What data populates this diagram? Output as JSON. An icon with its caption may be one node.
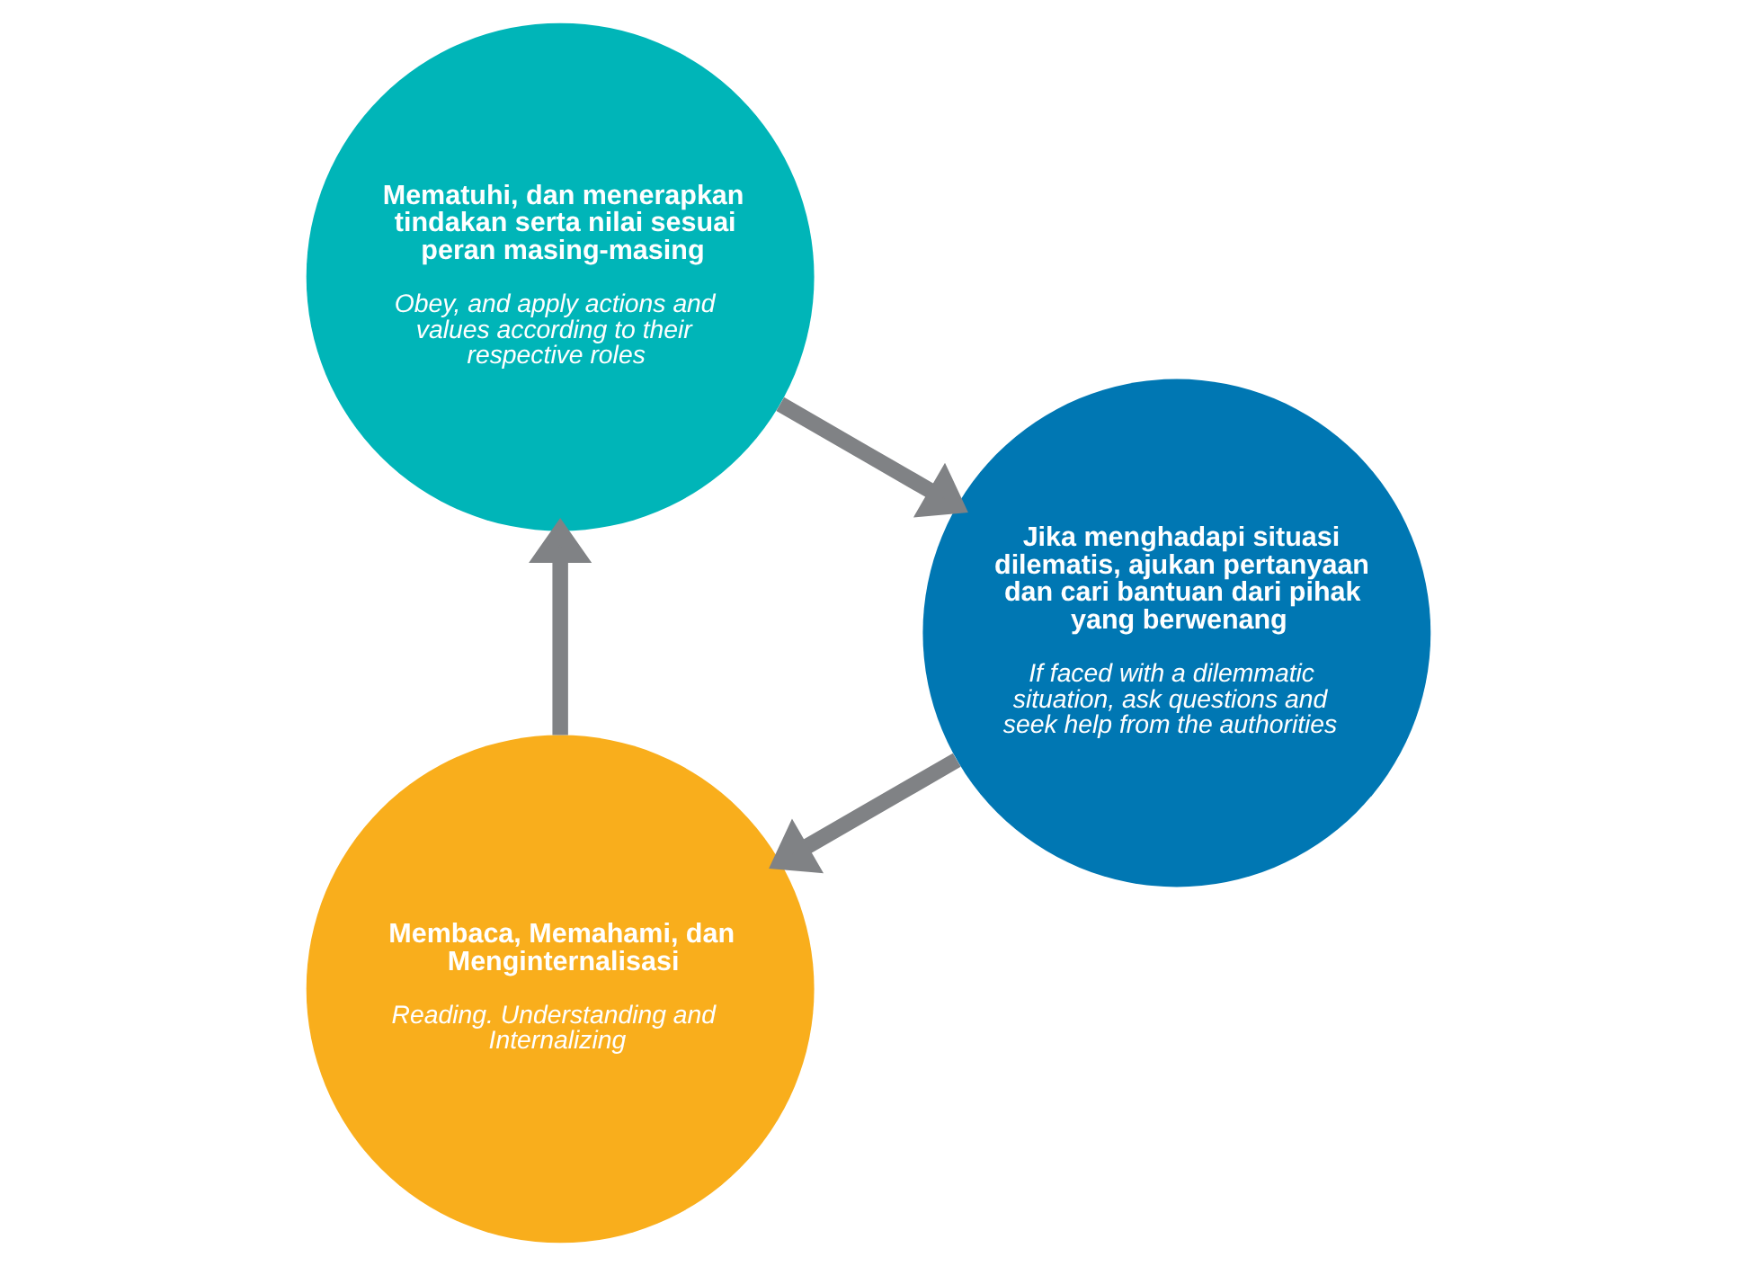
{
  "diagram": {
    "nodes": [
      {
        "text": [
          "Membaca, Memahami, dan Menginternalisasi",
          "Reading. Understanding and Internalizing"
        ]
      },
      {
        "text": [
          "Mematuhi, dan menerapkan tindakan serta nilai sesuai peran masing-masing",
          "Obey, and apply actions and values according to their respective roles"
        ]
      },
      {
        "text": [
          "Jika menghadapi situasi dilematis, ajukan pertanyaan dan cari bantuan dari pihak yang berwenang",
          "If faced with a dilemmatic situation, ask questions and seek help from the authorities"
        ]
      }
    ],
    "edges": [
      {
        "from": 0,
        "to": 1,
        "arrow": "to"
      },
      {
        "from": 1,
        "to": 2,
        "arrow": "to"
      },
      {
        "from": 2,
        "to": 0,
        "arrow": "to"
      }
    ]
  }
}
